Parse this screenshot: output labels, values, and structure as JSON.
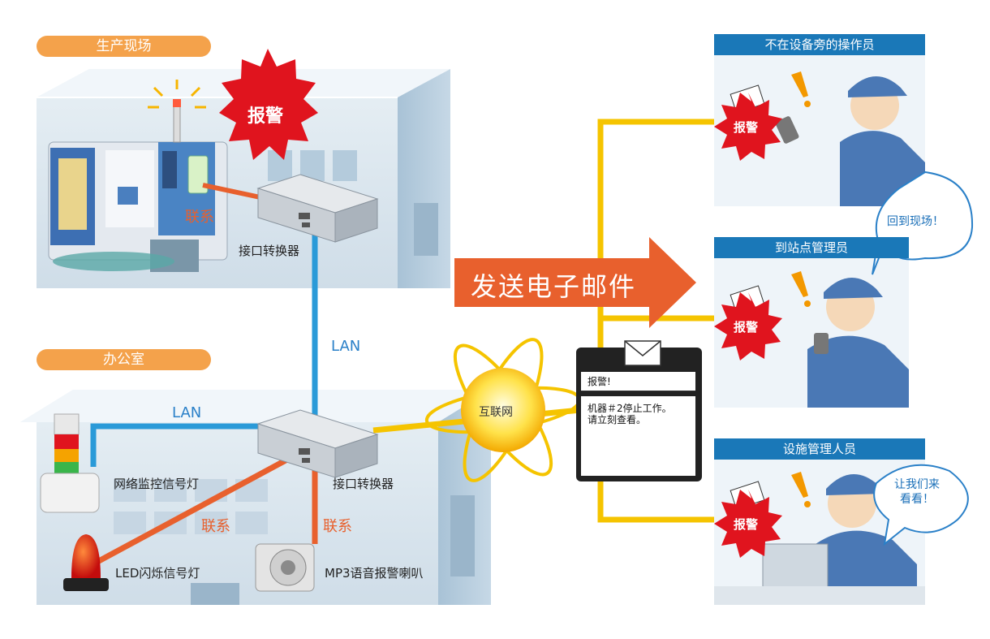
{
  "factory": {
    "label": "生产现场",
    "alarm": "报警",
    "link": "联系",
    "converter": "接口转换器"
  },
  "office": {
    "label": "办公室",
    "lan": "LAN",
    "converter": "接口转换器",
    "link_left": "联系",
    "link_right": "联系"
  },
  "network": {
    "lan_vertical": "LAN",
    "internet": "互联网",
    "send_email": "发送电子邮件"
  },
  "devices": {
    "signal_tower": "网络监控信号灯",
    "led_light": "LED闪烁信号灯",
    "speaker": "MP3语音报警喇叭"
  },
  "email": {
    "subject": "报警!",
    "body": "机器＃2停止工作。\n请立刻查看。"
  },
  "recipients": [
    {
      "title": "不在设备旁的操作员",
      "alarm": "报警",
      "bubble": ""
    },
    {
      "title": "到站点管理员",
      "alarm": "报警",
      "bubble": "回到现场！"
    },
    {
      "title": "设施管理人员",
      "alarm": "报警",
      "bubble": "让我们来\n看看！"
    }
  ],
  "colors": {
    "orange_label": "#f4a24b",
    "lan_blue": "#2a9ad8",
    "link_orange": "#e8602d",
    "header_blue": "#1a78b8",
    "net_yellow": "#f5c400",
    "alarm_red": "#e0141e"
  }
}
